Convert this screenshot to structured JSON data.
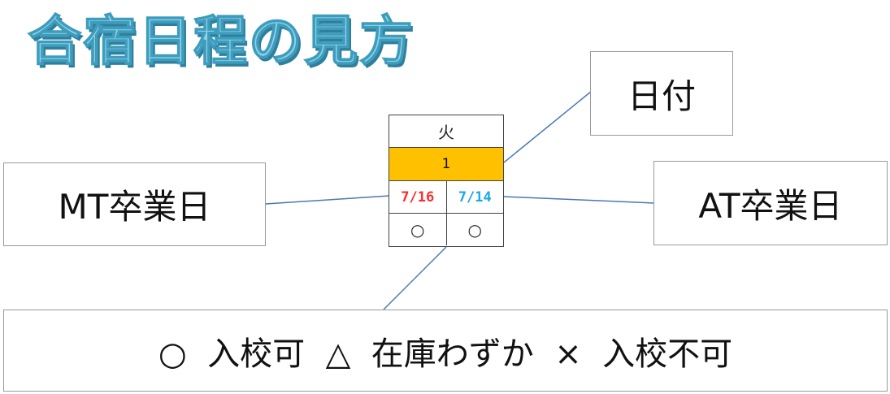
{
  "title": "合宿日程の見方",
  "calendar": {
    "weekday": "火",
    "day": "1",
    "mt_date": "7/16",
    "at_date": "7/14",
    "mt_mark": "○",
    "at_mark": "○"
  },
  "labels": {
    "date": "日付",
    "mt_graduation": "MT卒業日",
    "at_graduation": "AT卒業日",
    "legend": "○  入校可  △  在庫わずか  ×  入校不可"
  },
  "colors": {
    "title_fill": "#8fd3e8",
    "title_outline": "#3e9cbd",
    "day_highlight": "#ffc000",
    "mt_date": "#ff2a2a",
    "at_date": "#1ca8e8",
    "connector": "#4a78b4"
  }
}
